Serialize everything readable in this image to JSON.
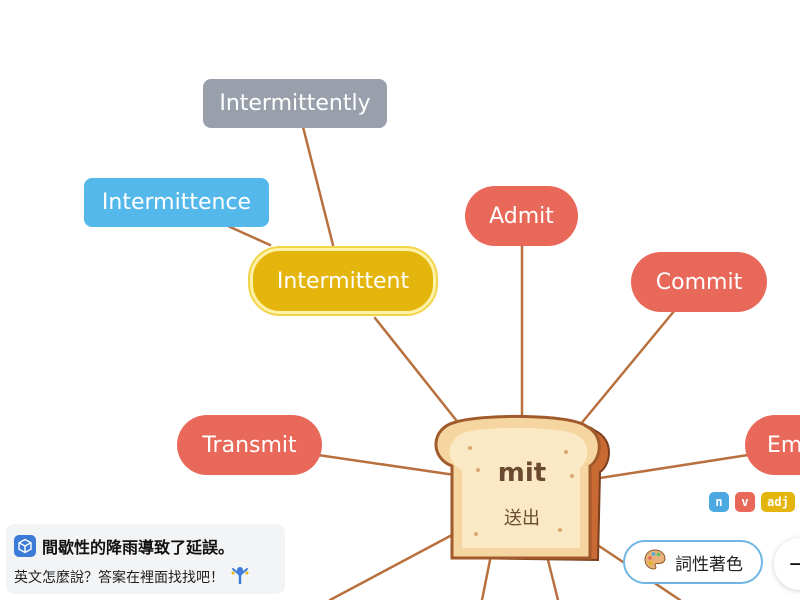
{
  "center": {
    "word": "mit",
    "meaning": "送出"
  },
  "nodes": {
    "intermittently": "Intermittently",
    "intermittence": "Intermittence",
    "intermittent": "Intermittent",
    "admit": "Admit",
    "commit": "Commit",
    "transmit": "Transmit",
    "emit": "Em"
  },
  "tags": {
    "n": "n",
    "v": "v",
    "adj": "adj"
  },
  "toast": {
    "title": "間歇性的降雨導致了延誤。",
    "subtitle": "英文怎麼說？答案在裡面找找吧！"
  },
  "pos_button": {
    "label": "詞性著色"
  },
  "side_button": {
    "label": "−"
  },
  "colors": {
    "red": "#e8695a",
    "gray": "#9aa0ab",
    "blue": "#55b8ea",
    "yellow": "#e4b50c",
    "link": "#b8703e",
    "tag_n": "#4ba8e0",
    "tag_v": "#e8695a",
    "tag_adj": "#e4b50c"
  },
  "icons": {
    "toast": "cube-icon",
    "hint": "person-raised-hand-icon",
    "pos_button": "palette-icon",
    "center": "bread-slice-icon"
  }
}
